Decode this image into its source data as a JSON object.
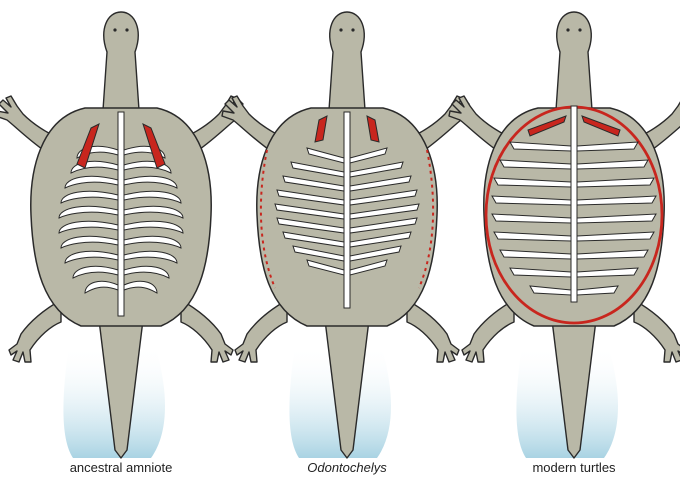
{
  "figure": {
    "panels": [
      {
        "caption": "ancestral amniote",
        "italic": false
      },
      {
        "caption": "Odontochelys",
        "italic": true
      },
      {
        "caption": "modern turtles",
        "italic": false
      }
    ]
  },
  "colors": {
    "body": "#b9b8a7",
    "outline": "#2a2a2a",
    "bone": "#ffffff",
    "scapula": "#c8261e",
    "shell_outline": "#c8261e",
    "tail_shadow_top": "#ffffff",
    "tail_shadow_bottom": "#a9d3e3"
  }
}
